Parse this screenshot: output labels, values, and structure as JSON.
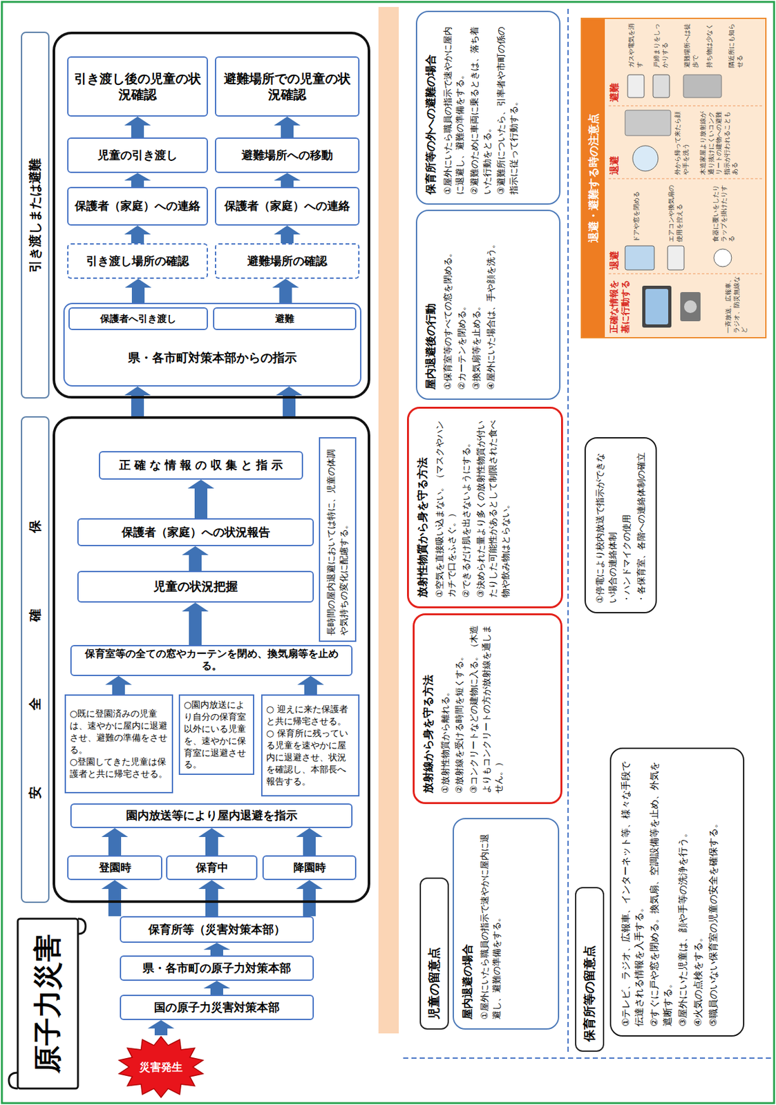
{
  "diagram": {
    "title": "原子力災害",
    "nodes": [
      {
        "text": [
          "災害発生"
        ]
      },
      {
        "text": [
          "国の原子力災害対策本部"
        ]
      },
      {
        "text": [
          "県・各市町の原子力対策本部"
        ]
      },
      {
        "text": [
          "保育所等（災害対策本部）"
        ]
      },
      {
        "text": [
          "安全確保"
        ]
      },
      {
        "text": [
          "登園時"
        ],
        "in": 4
      },
      {
        "text": [
          "保育中"
        ],
        "in": 4
      },
      {
        "text": [
          "降園時"
        ],
        "in": 4
      },
      {
        "text": [
          "園内放送等により屋内退避を指示"
        ],
        "in": 4
      },
      {
        "text": [
          "○既に登園済みの児童は、速やかに屋内に退避させ、避難の準備をさせる。",
          "○登園してきた児童は保護者と共に帰宅させる。"
        ],
        "in": 4
      },
      {
        "text": [
          "○園内放送により自分の保育室以外にいる児童を、速やかに保育室に退避させる。"
        ],
        "in": 4
      },
      {
        "text": [
          "○ 迎えに来た保護者と共に帰宅させる。",
          "○ 保育所に残っている児童を速やかに屋内に退避させ、状況を確認し、本部長へ報告する。"
        ],
        "in": 4
      },
      {
        "text": [
          "保育室等の全ての窓やカーテンを閉め、換気扇等を止める。"
        ],
        "in": 4
      },
      {
        "text": [
          "児童の状況把握"
        ],
        "in": 4
      },
      {
        "text": [
          "長時間の屋内退避においては特に、児童の体調や気持ちの変化に配慮する。"
        ],
        "in": 4
      },
      {
        "text": [
          "保護者（家庭）への状況報告"
        ],
        "in": 4
      },
      {
        "text": [
          "正確な情報の収集と指示"
        ],
        "in": 4
      },
      {
        "text": [
          "引き渡しまたは避難"
        ]
      },
      {
        "text": [
          "県・各市町対策本部からの指示"
        ],
        "in": 17
      },
      {
        "text": [
          "保護者へ引き渡し"
        ],
        "in": 18
      },
      {
        "text": [
          "避難"
        ],
        "in": 18
      },
      {
        "text": [
          "引き渡し場所の確認"
        ],
        "in": 17
      },
      {
        "text": [
          "保護者（家庭）への連絡"
        ],
        "in": 17
      },
      {
        "text": [
          "児童の引き渡し"
        ],
        "in": 17
      },
      {
        "text": [
          "引き渡し後の児童の状況確認"
        ],
        "in": 17
      },
      {
        "text": [
          "避難場所の確認"
        ],
        "in": 17
      },
      {
        "text": [
          "保護者（家庭）への連絡"
        ],
        "in": 17
      },
      {
        "text": [
          "避難場所への移動"
        ],
        "in": 17
      },
      {
        "text": [
          "避難場所での児童の状況確認"
        ],
        "in": 17
      },
      {
        "text": [
          "児童の留意点"
        ]
      },
      {
        "text": [
          "屋内退避の場合",
          "①屋外にいたら職員の指示で速やかに屋内に退避し、避難の準備をする。"
        ]
      },
      {
        "text": [
          "放射線から身を守る方法",
          "①放射性物質から離れる。",
          "②放射線を受ける時間を短くする。",
          "③コンクリートなどの建物に入る。（木造よりもコンクリートの方が放射線を通しません。）"
        ]
      },
      {
        "text": [
          "放射性物質から身を守る方法",
          "①空気を直接吸い込まない。（マスクやハンカチで口をふさぐ。）",
          "②できるだけ肌を出さないようにする。",
          "③決められた量より多くの放射性物質が付いたりした可能性があるとして制限された食べ物や飲み物はとらない。"
        ]
      },
      {
        "text": [
          "屋内退避後の行動",
          "①保育室等のすべての窓を閉める。",
          "②カーテンを閉める。",
          "③換気扇等を止める。",
          "④屋外にいた場合は、手や顔を洗う。"
        ]
      },
      {
        "text": [
          "保育所等の外への避難の場合",
          "①屋外にいたら職員の指示で速やかに屋内に退避し、避難の準備をする。",
          "②避難のために車両に乗るときは、落ち着いた行動をとる。",
          "③避難所についたら、引率者や市町の係の指示に従って行動する。"
        ]
      },
      {
        "text": [
          "保育所等の留意点"
        ]
      },
      {
        "text": [
          "①テレビ、ラジオ、広報車、インターネット等、様々な手段で伝達される情報を入手する。",
          "②すぐに戸や窓を閉める。換気扇、空調設備等を止め、外気を遮断する。",
          "③屋外にいた児童は、顔や手等の洗浄を行う。",
          "④火気の点検をする。",
          "⑤職員のいない保育室の児童の安全を確保する。"
        ]
      },
      {
        "text": [
          "①停電により校内放送で指示ができない場合の連絡体制",
          "・ハンドマイクの使用",
          "・各保育室、各階への連絡体制の確立"
        ]
      },
      {
        "text": [
          "退避・避難する時の注意点"
        ]
      }
    ],
    "edges": [
      {
        "from": 0,
        "to": 1,
        "arrow": "to"
      },
      {
        "from": 1,
        "to": 2,
        "arrow": "to"
      },
      {
        "from": 2,
        "to": 3,
        "arrow": "to"
      },
      {
        "from": 3,
        "to": 5,
        "arrow": "to"
      },
      {
        "from": 3,
        "to": 6,
        "arrow": "to"
      },
      {
        "from": 3,
        "to": 7,
        "arrow": "to"
      },
      {
        "from": 5,
        "to": 8,
        "arrow": "to"
      },
      {
        "from": 6,
        "to": 8,
        "arrow": "to"
      },
      {
        "from": 7,
        "to": 8,
        "arrow": "to"
      },
      {
        "from": 9,
        "to": 12,
        "arrow": "to"
      },
      {
        "from": 11,
        "to": 12,
        "arrow": "to"
      },
      {
        "from": 12,
        "to": 13,
        "arrow": "to"
      },
      {
        "from": 13,
        "to": 15,
        "arrow": "to"
      },
      {
        "from": 15,
        "to": 16,
        "arrow": "to"
      },
      {
        "from": 4,
        "to": 18,
        "arrow": "to"
      },
      {
        "from": 4,
        "to": 18,
        "arrow": "to"
      },
      {
        "from": 19,
        "to": 21,
        "arrow": "to"
      },
      {
        "from": 21,
        "to": 22,
        "arrow": "to"
      },
      {
        "from": 22,
        "to": 23,
        "arrow": "to"
      },
      {
        "from": 23,
        "to": 24,
        "arrow": "to"
      },
      {
        "from": 20,
        "to": 25,
        "arrow": "to"
      },
      {
        "from": 25,
        "to": 26,
        "arrow": "to"
      },
      {
        "from": 26,
        "to": 27,
        "arrow": "to"
      },
      {
        "from": 27,
        "to": 28,
        "arrow": "to"
      }
    ],
    "labels": [
      "正確な情報を基に行動する",
      "一斉放送、広報車、ラジオ、防災無線など",
      "退避",
      "ドアや窓を閉める",
      "エアコンや換気扇の使用を控える",
      "食器に覆いをしたりラップを掛けたりする",
      "退避",
      "外から帰って来たら顔や手を洗う",
      "木造家屋より放射線が通り抜けにくいコンクリートの建物への避難指示が行われることもある",
      "避難",
      "ガスや電気を消す",
      "戸締まりをしっかりする",
      "避難場所へは徒歩で",
      "持ち物は少なく",
      "隣近所にも知らせる"
    ]
  }
}
